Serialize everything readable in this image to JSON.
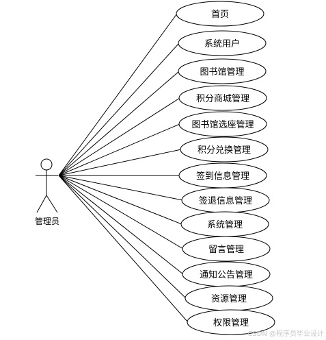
{
  "actor": {
    "name": "管理员"
  },
  "use_cases": [
    {
      "label": "首页"
    },
    {
      "label": "系统用户"
    },
    {
      "label": "图书馆管理"
    },
    {
      "label": "积分商城管理"
    },
    {
      "label": "图书馆选座管理"
    },
    {
      "label": "积分兑换管理"
    },
    {
      "label": "签到信息管理"
    },
    {
      "label": "签退信息管理"
    },
    {
      "label": "系统管理"
    },
    {
      "label": "留言管理"
    },
    {
      "label": "通知公告管理"
    },
    {
      "label": "资源管理"
    },
    {
      "label": "权限管理"
    }
  ],
  "watermark": "CSDN @程序员毕业设计"
}
